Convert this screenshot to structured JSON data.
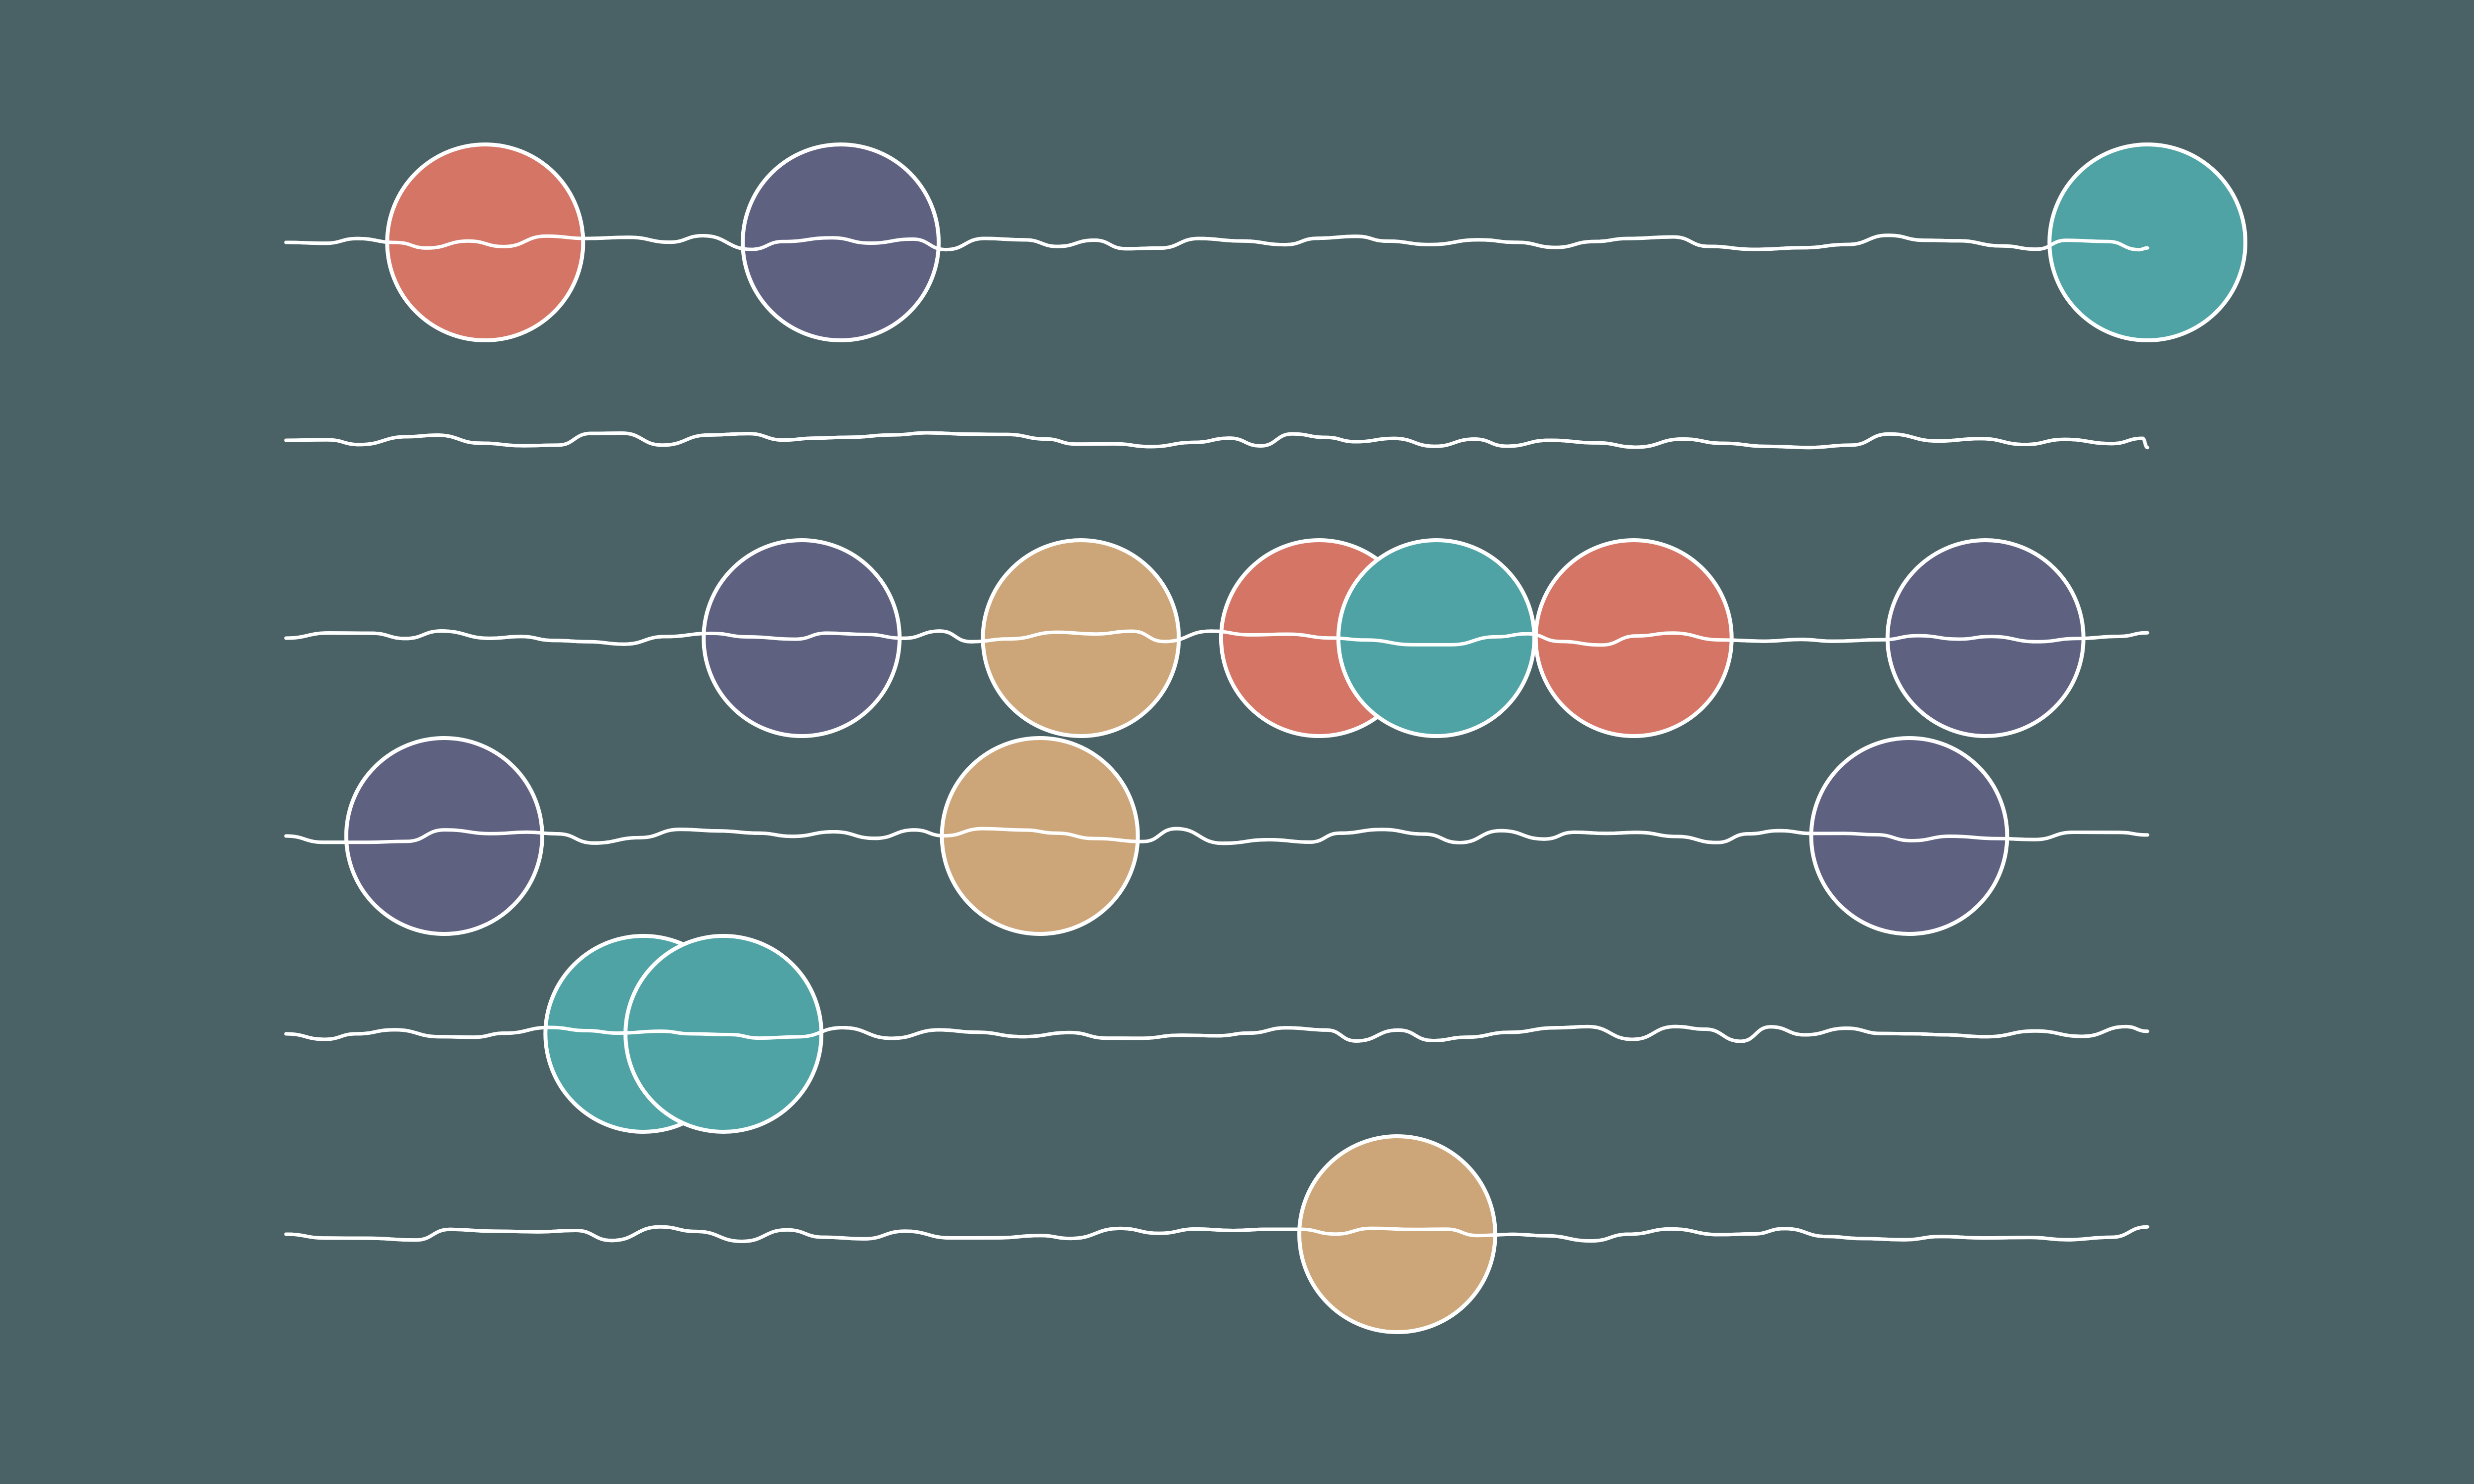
{
  "colors": {
    "background": "#4a6266",
    "stroke": "#ffffff",
    "coral": "#d47565",
    "slate": "#5e6180",
    "teal": "#4fa3a5",
    "sand": "#cca679"
  },
  "rows": [
    {
      "beads": [
        {
          "color": "coral",
          "pos": 0.107
        },
        {
          "color": "slate",
          "pos": 0.298
        },
        {
          "color": "teal",
          "pos": 1.0
        }
      ]
    },
    {
      "beads": []
    },
    {
      "beads": [
        {
          "color": "slate",
          "pos": 0.277
        },
        {
          "color": "sand",
          "pos": 0.427
        },
        {
          "color": "coral",
          "pos": 0.555
        },
        {
          "color": "teal",
          "pos": 0.618
        },
        {
          "color": "coral",
          "pos": 0.724
        },
        {
          "color": "slate",
          "pos": 0.913
        }
      ]
    },
    {
      "beads": [
        {
          "color": "slate",
          "pos": 0.085
        },
        {
          "color": "sand",
          "pos": 0.405
        },
        {
          "color": "slate",
          "pos": 0.872
        }
      ]
    },
    {
      "beads": [
        {
          "color": "teal",
          "pos": 0.192
        },
        {
          "color": "teal",
          "pos": 0.235
        }
      ]
    },
    {
      "beads": [
        {
          "color": "sand",
          "pos": 0.597
        }
      ]
    }
  ]
}
